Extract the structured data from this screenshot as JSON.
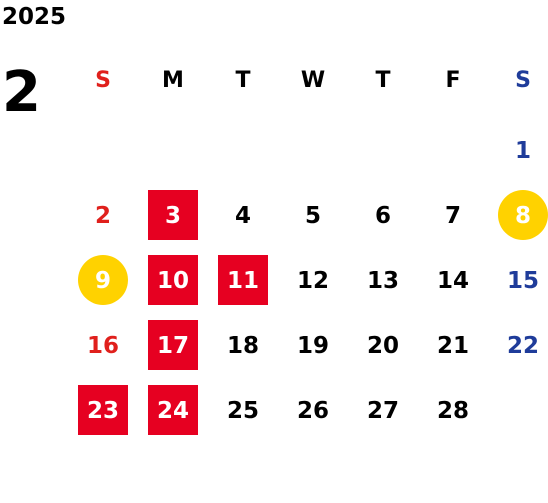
{
  "calendar": {
    "year": "2025",
    "month": "2",
    "weekdays": [
      {
        "label": "S",
        "color": "#e0201c"
      },
      {
        "label": "M",
        "color": "#000000"
      },
      {
        "label": "T",
        "color": "#000000"
      },
      {
        "label": "W",
        "color": "#000000"
      },
      {
        "label": "T",
        "color": "#000000"
      },
      {
        "label": "F",
        "color": "#000000"
      },
      {
        "label": "S",
        "color": "#1f3c9a"
      }
    ],
    "colors": {
      "sunday": "#e0201c",
      "saturday": "#1f3c9a",
      "red_highlight": "#e60021",
      "yellow_highlight": "#ffd200"
    },
    "weeks": [
      [
        null,
        null,
        null,
        null,
        null,
        null,
        {
          "day": "1"
        }
      ],
      [
        {
          "day": "2"
        },
        {
          "day": "3",
          "mark": "red-square"
        },
        {
          "day": "4"
        },
        {
          "day": "5"
        },
        {
          "day": "6"
        },
        {
          "day": "7"
        },
        {
          "day": "8",
          "mark": "yellow-circle"
        }
      ],
      [
        {
          "day": "9",
          "mark": "yellow-circle"
        },
        {
          "day": "10",
          "mark": "red-square"
        },
        {
          "day": "11",
          "mark": "red-square"
        },
        {
          "day": "12"
        },
        {
          "day": "13"
        },
        {
          "day": "14"
        },
        {
          "day": "15"
        }
      ],
      [
        {
          "day": "16"
        },
        {
          "day": "17",
          "mark": "red-square"
        },
        {
          "day": "18"
        },
        {
          "day": "19"
        },
        {
          "day": "20"
        },
        {
          "day": "21"
        },
        {
          "day": "22"
        }
      ],
      [
        {
          "day": "23",
          "mark": "red-square"
        },
        {
          "day": "24",
          "mark": "red-square"
        },
        {
          "day": "25"
        },
        {
          "day": "26"
        },
        {
          "day": "27"
        },
        {
          "day": "28"
        },
        null
      ]
    ]
  }
}
